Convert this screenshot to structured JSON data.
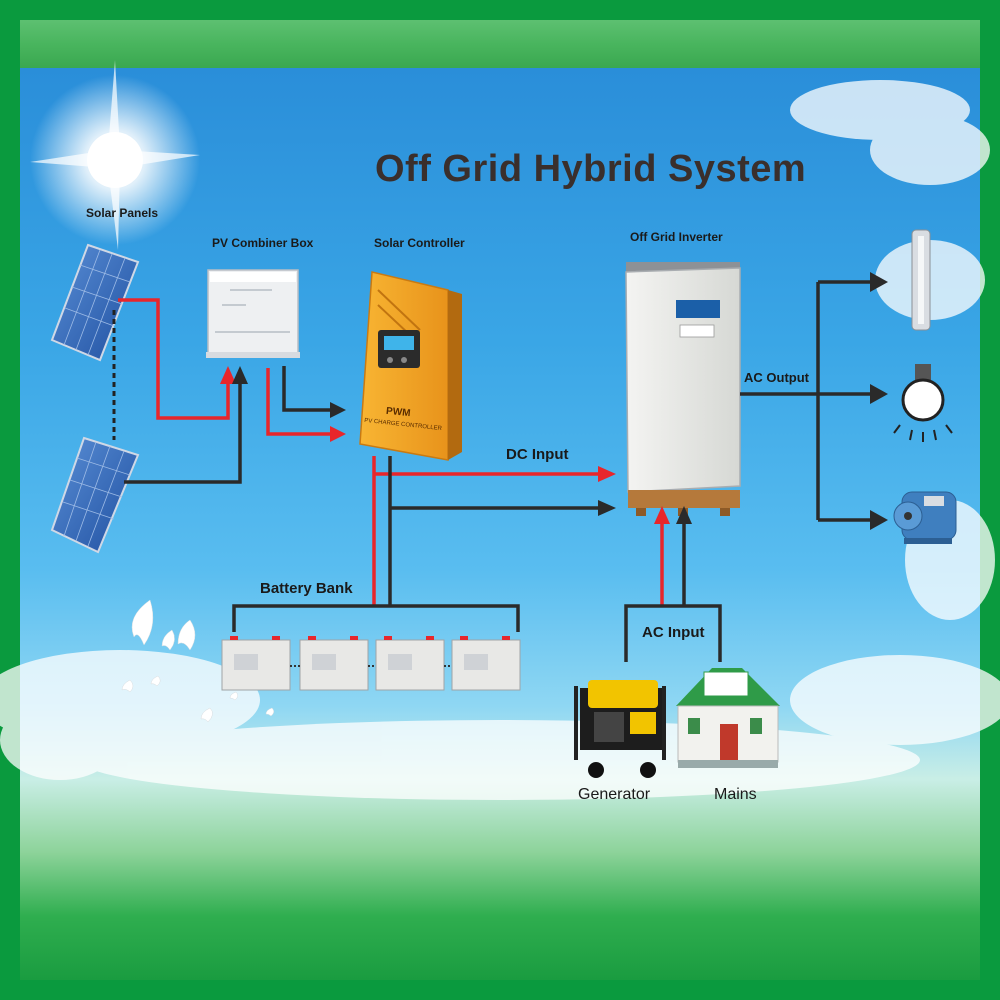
{
  "title": "Off Grid Hybrid System",
  "labels": {
    "solar_panels": "Solar Panels",
    "pv_combiner_box": "PV Combiner Box",
    "solar_controller": "Solar Controller",
    "off_grid_inverter": "Off Grid Inverter",
    "dc_input": "DC Input",
    "ac_output": "AC Output",
    "battery_bank": "Battery Bank",
    "ac_input": "AC Input",
    "generator": "Generator",
    "mains": "Mains"
  },
  "controller_text": {
    "pwm": "PWM",
    "subtitle": "PV CHARGE CONTROLLER"
  },
  "colors": {
    "frame": "#0a9a3e",
    "red_wire": "#e8262b",
    "black_wire": "#2a2a2a",
    "controller": "#f5a623"
  },
  "icons": [
    "sun-icon",
    "solar-panel-icon",
    "combiner-box-icon",
    "charge-controller-icon",
    "inverter-icon",
    "battery-icon",
    "generator-icon",
    "house-icon",
    "pump-icon",
    "light-bulb-icon",
    "motor-icon",
    "bird-icon"
  ]
}
